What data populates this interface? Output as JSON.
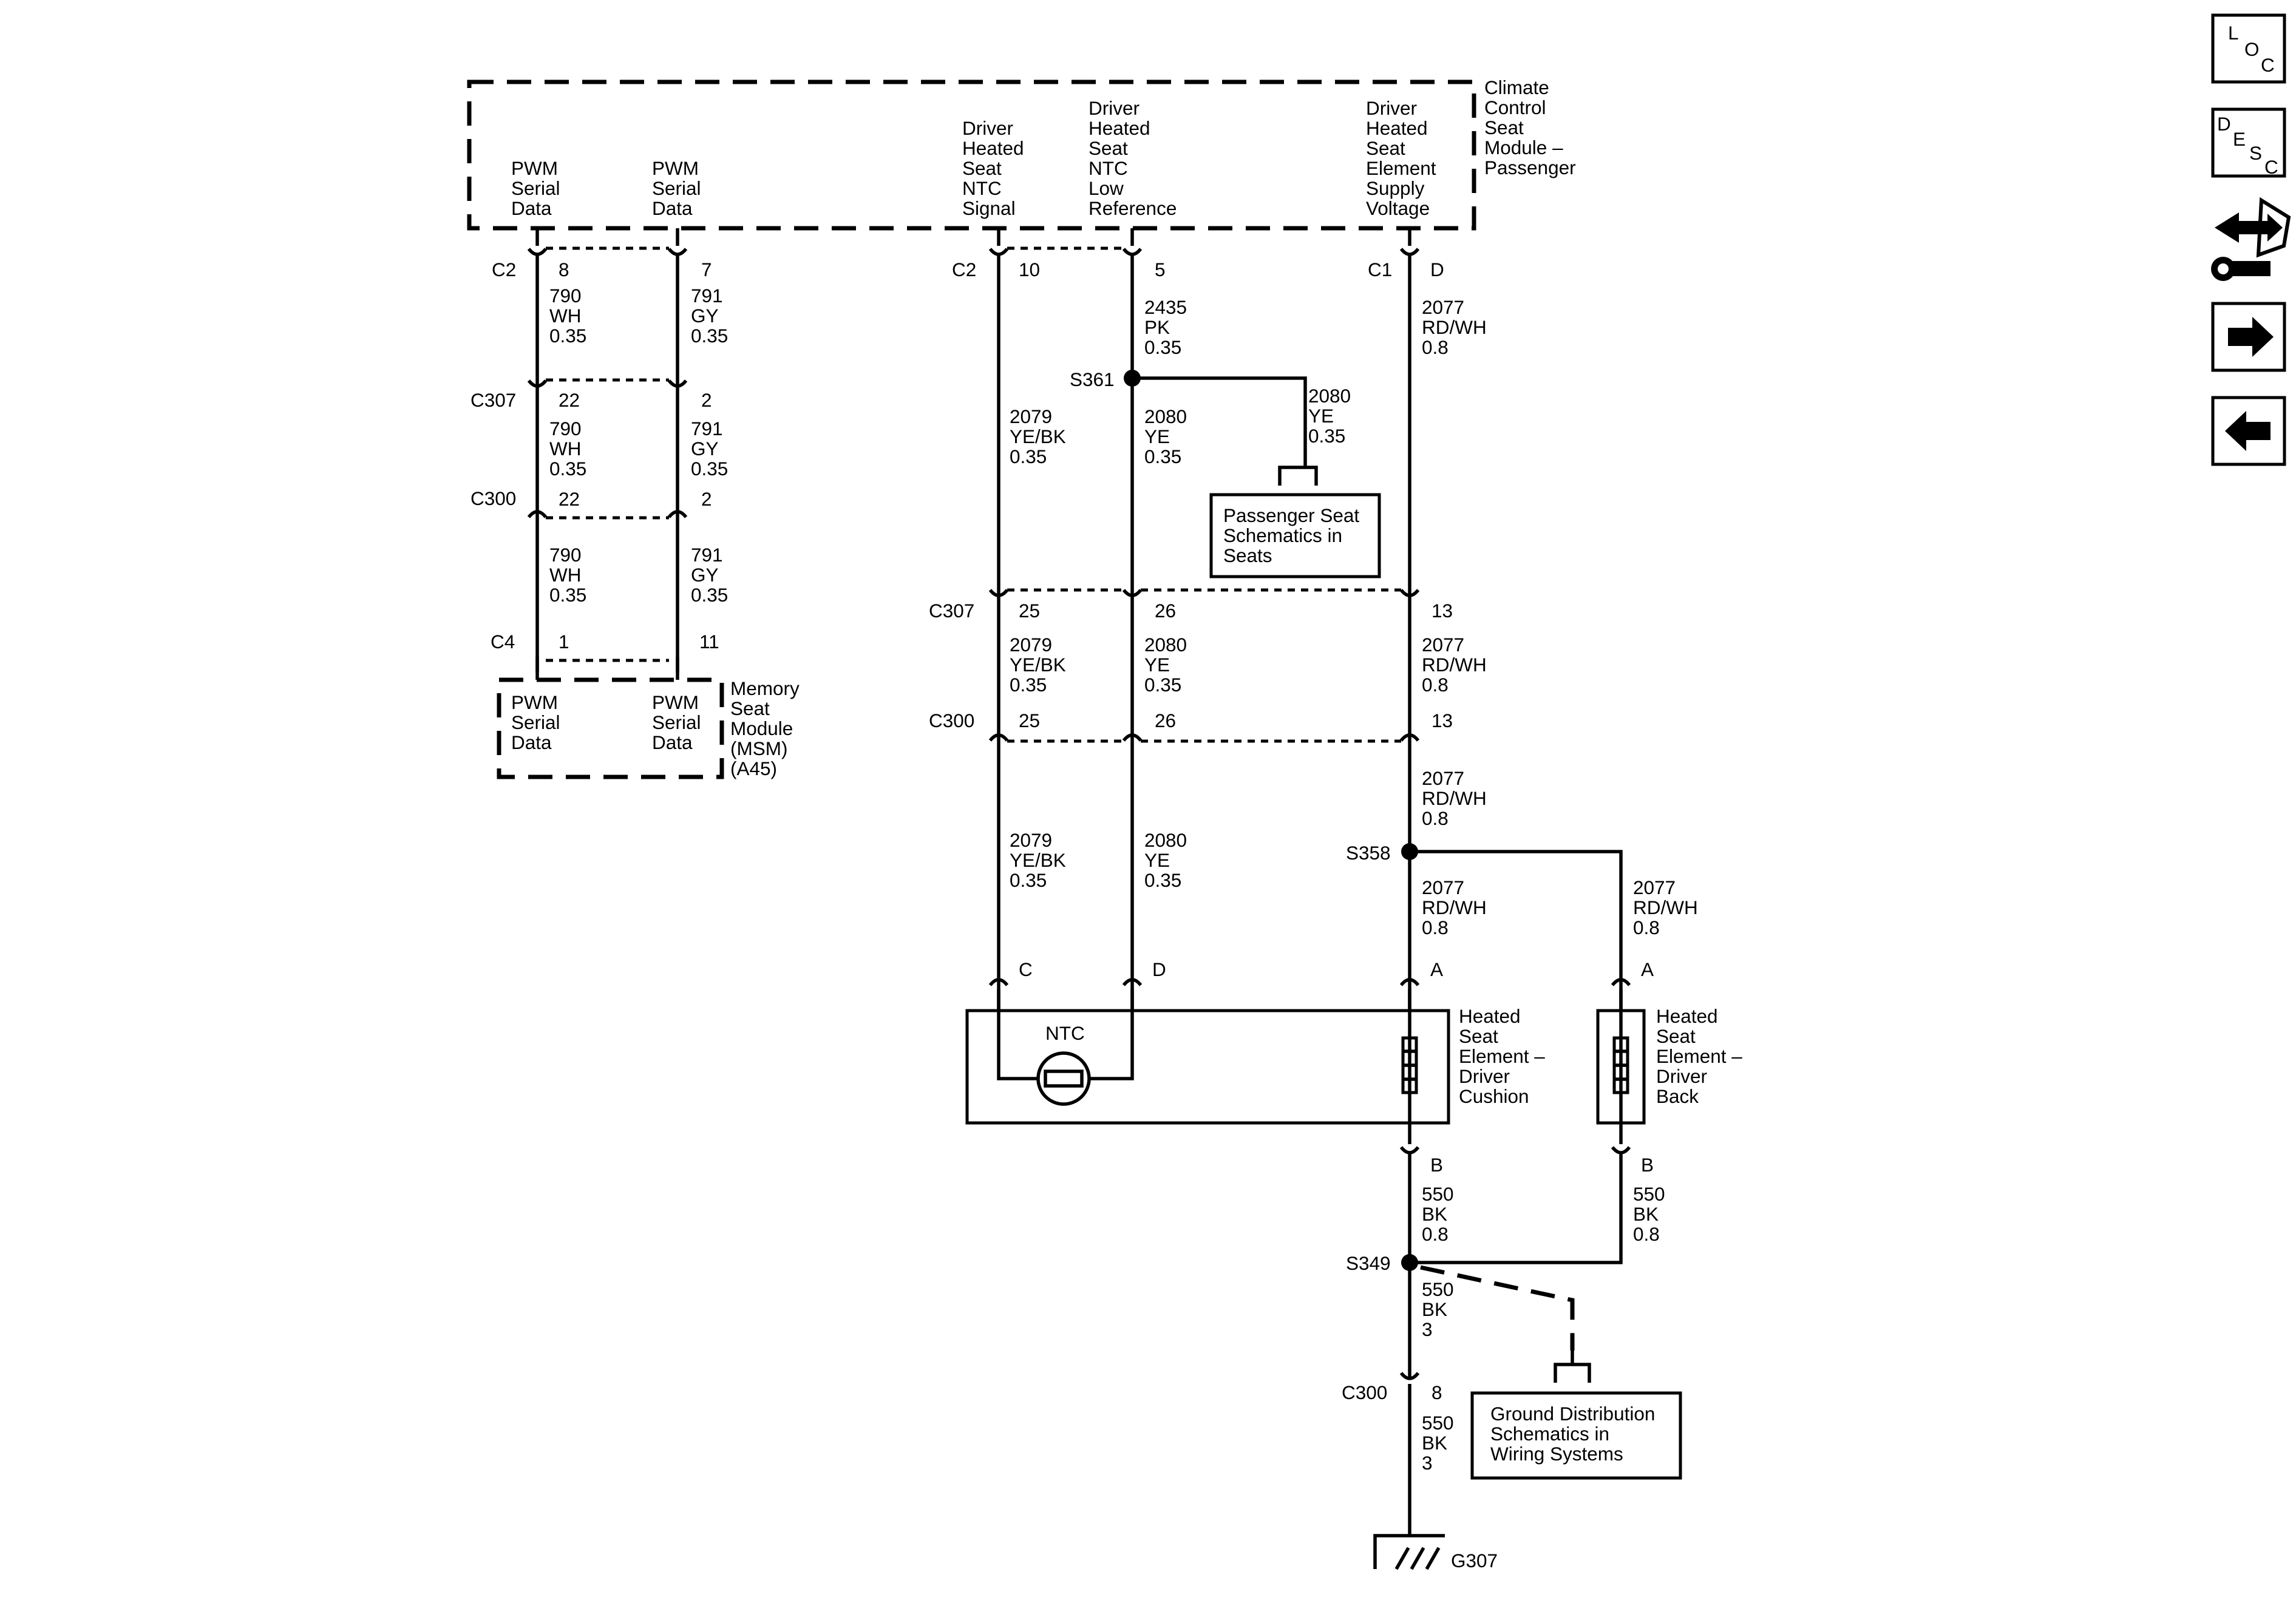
{
  "modules": {
    "climate": [
      "Climate",
      "Control",
      "Seat",
      "Module –",
      "Passenger"
    ],
    "msm": [
      "Memory",
      "Seat",
      "Module",
      "(MSM)",
      "(A45)"
    ]
  },
  "pins": {
    "pwm1": [
      "PWM",
      "Serial",
      "Data"
    ],
    "pwm2": [
      "PWM",
      "Serial",
      "Data"
    ],
    "ntc_signal": [
      "Driver",
      "Heated",
      "Seat",
      "NTC",
      "Signal"
    ],
    "ntc_low": [
      "Driver",
      "Heated",
      "Seat",
      "NTC",
      "Low",
      "Reference"
    ],
    "supply": [
      "Driver",
      "Heated",
      "Seat",
      "Element",
      "Supply",
      "Voltage"
    ],
    "msm_pwm1": [
      "PWM",
      "Serial",
      "Data"
    ],
    "msm_pwm2": [
      "PWM",
      "Serial",
      "Data"
    ]
  },
  "connectors": {
    "c2": "C2",
    "c307": "C307",
    "c300": "C300",
    "c4": "C4",
    "c1": "C1",
    "c2_a": "8",
    "c2_b": "7",
    "c307_a": "22",
    "c307_b": "2",
    "c300_a": "22",
    "c300_b": "2",
    "c4_a": "1",
    "c4_b": "11",
    "c2_ntc": "10",
    "c2_low": "5",
    "c1_d": "D",
    "c307_25": "25",
    "c307_26": "26",
    "c307_13": "13",
    "c300_25": "25",
    "c300_26": "26",
    "c300_13": "13",
    "cushion_c": "C",
    "cushion_d": "D",
    "cushion_a": "A",
    "cushion_b": "B",
    "back_a": "A",
    "back_b": "B",
    "c300_8": "8"
  },
  "splices": {
    "s361": "S361",
    "s358": "S358",
    "s349": "S349"
  },
  "ground": "G307",
  "wires": {
    "w790_1": [
      "790",
      "WH",
      "0.35"
    ],
    "w791_1": [
      "791",
      "GY",
      "0.35"
    ],
    "w790_2": [
      "790",
      "WH",
      "0.35"
    ],
    "w791_2": [
      "791",
      "GY",
      "0.35"
    ],
    "w790_3": [
      "790",
      "WH",
      "0.35"
    ],
    "w791_3": [
      "791",
      "GY",
      "0.35"
    ],
    "w2435": [
      "2435",
      "PK",
      "0.35"
    ],
    "w2077_1": [
      "2077",
      "RD/WH",
      "0.8"
    ],
    "w2080_branch": [
      "2080",
      "YE",
      "0.35"
    ],
    "w2079_1": [
      "2079",
      "YE/BK",
      "0.35"
    ],
    "w2080_1": [
      "2080",
      "YE",
      "0.35"
    ],
    "w2079_2": [
      "2079",
      "YE/BK",
      "0.35"
    ],
    "w2080_2": [
      "2080",
      "YE",
      "0.35"
    ],
    "w2077_2": [
      "2077",
      "RD/WH",
      "0.8"
    ],
    "w2077_3": [
      "2077",
      "RD/WH",
      "0.8"
    ],
    "w2079_3": [
      "2079",
      "YE/BK",
      "0.35"
    ],
    "w2080_3": [
      "2080",
      "YE",
      "0.35"
    ],
    "w2077_4": [
      "2077",
      "RD/WH",
      "0.8"
    ],
    "w2077_5": [
      "2077",
      "RD/WH",
      "0.8"
    ],
    "w550_1": [
      "550",
      "BK",
      "0.8"
    ],
    "w550_2": [
      "550",
      "BK",
      "0.8"
    ],
    "w550_3": [
      "550",
      "BK",
      "3"
    ],
    "w550_4": [
      "550",
      "BK",
      "3"
    ]
  },
  "components": {
    "ntc_label": "NTC",
    "cushion": [
      "Heated",
      "Seat",
      "Element –",
      "Driver",
      "Cushion"
    ],
    "back": [
      "Heated",
      "Seat",
      "Element –",
      "Driver",
      "Back"
    ]
  },
  "refs": {
    "passenger": [
      "Passenger Seat",
      "Schematics in",
      "Seats"
    ],
    "ground": [
      "Ground Distribution",
      "Schematics in",
      "Wiring Systems"
    ]
  },
  "nav": {
    "loc": [
      "L",
      "O",
      "C"
    ],
    "desc": [
      "D",
      "E",
      "S",
      "C"
    ],
    "icons": [
      "loc-icon",
      "desc-icon",
      "connector-tools-icon",
      "arrow-right-icon",
      "arrow-left-icon"
    ]
  }
}
